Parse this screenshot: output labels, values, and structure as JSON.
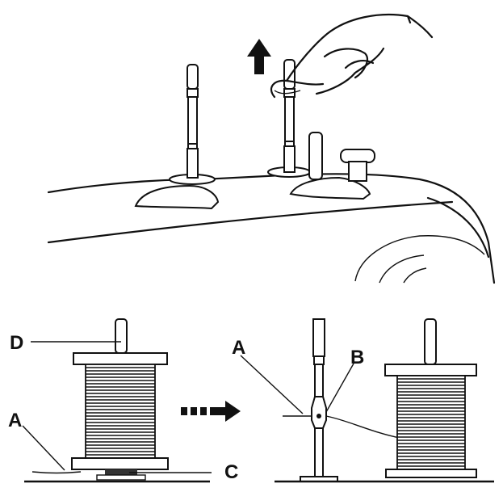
{
  "labels": {
    "d": "D",
    "a_left": "A",
    "c": "C",
    "a_right": "A",
    "b": "B"
  }
}
